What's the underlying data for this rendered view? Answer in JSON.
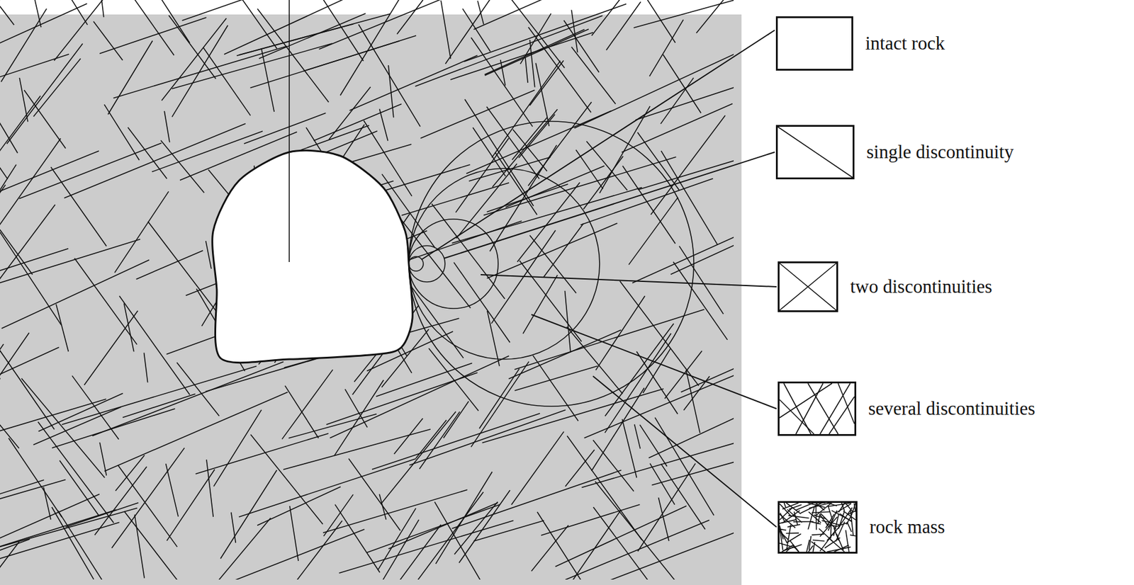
{
  "diagram": {
    "nodes": [
      {
        "text": [
          "intact rock"
        ]
      },
      {
        "text": [
          "single discontinuity"
        ]
      },
      {
        "text": [
          "two discontinuities"
        ]
      },
      {
        "text": [
          "several discontinuities"
        ]
      },
      {
        "text": [
          "rock mass"
        ]
      }
    ]
  }
}
